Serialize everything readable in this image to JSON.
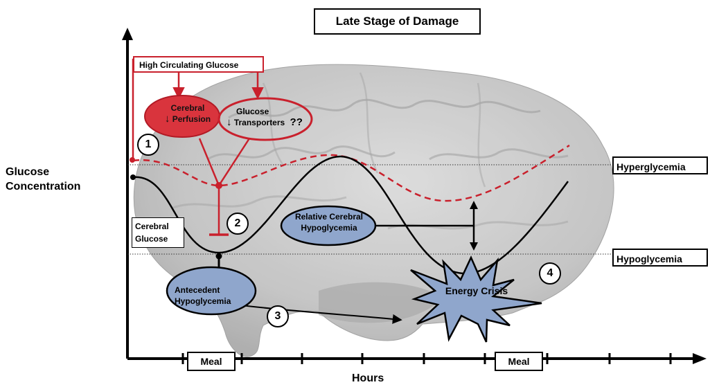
{
  "title": "Late Stage of Damage",
  "y_axis_label": [
    "Glucose",
    "Concentration"
  ],
  "x_axis_label": "Hours",
  "thresholds": {
    "hyperglycemia": "Hyperglycemia",
    "hypoglycemia": "Hypoglycemia"
  },
  "curve_label": [
    "Cerebral",
    "Glucose"
  ],
  "high_glucose_box": "High Circulating Glucose",
  "perfusion": {
    "line1": "Cerebral",
    "line2": "Perfusion",
    "arrow": "↓"
  },
  "transporters": {
    "line1": "Glucose",
    "line2": "Transporters",
    "arrow": "↓",
    "suffix": "??"
  },
  "relative_hypo": [
    "Relative Cerebral",
    "Hypoglycemia"
  ],
  "antecedent": [
    "Antecedent",
    "Hypoglycemia"
  ],
  "energy_crisis": "Energy Crisis",
  "meals": [
    "Meal",
    "Meal"
  ],
  "numbers": [
    "1",
    "2",
    "3",
    "4"
  ],
  "colors": {
    "red": "#c9202c",
    "red_fill": "#d9343d",
    "blue_fill": "#8fa6cc",
    "brain_fill": "#c8c8c8"
  }
}
